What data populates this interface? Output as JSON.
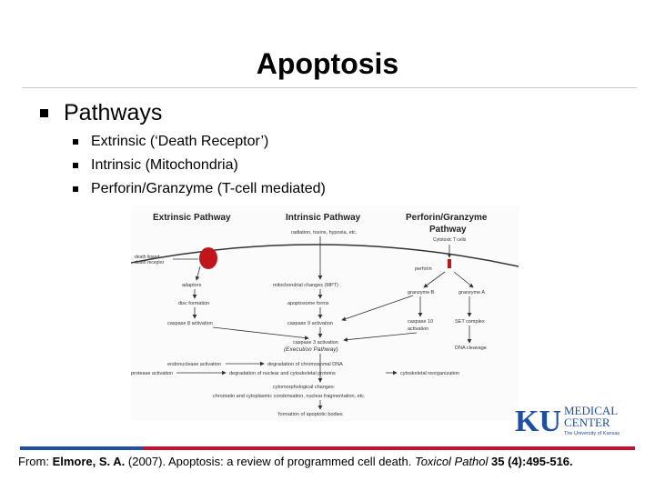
{
  "slide": {
    "title": "Apoptosis",
    "bullet": "Pathways",
    "subbullets": [
      "Extrinsic (‘Death Receptor’)",
      "Intrinsic (Mitochondria)",
      "Perforin/Granzyme (T-cell mediated)"
    ]
  },
  "diagram": {
    "headers": {
      "extrinsic": "Extrinsic Pathway",
      "intrinsic": "Intrinsic Pathway",
      "perforin_line1": "Perforin/Granzyme",
      "perforin_line2": "Pathway"
    },
    "labels": {
      "stimuli": "radiation, toxins, hypoxia, etc.",
      "cytotoxic": "Cytotoxic T cells",
      "death_ligand": "death ligand",
      "death_receptor": "death receptor",
      "perforin": "perforin",
      "adaptors": "adaptors",
      "mpt": "mitochondrial changes (MPT)",
      "granzyme_b": "granzyme B",
      "granzyme_a": "granzyme A",
      "disc": "disc formation",
      "apoptosome": "apoptosome forms",
      "set_complex": "SET complex",
      "caspase8": "caspase 8 activation",
      "caspase9": "caspase 9 activation",
      "caspase10_line1": "caspase 10",
      "caspase10_line2": "activation",
      "caspase3": "caspase 3 activation",
      "execution": "(Execution Pathway)",
      "dna_cleavage": "DNA cleavage",
      "endonuclease": "endonuclease activation",
      "degradation_dna": "degradation of chromosomal DNA",
      "protease": "protease activation",
      "degradation_nuclear": "degradation of nuclear and cytoskeletal proteins",
      "cytoskeletal": "cytoskeletal reorganization",
      "morph_line1": "cytomorphological changes:",
      "morph_line2": "chromatin and cytoplasmic condensation, nuclear fragmentation, etc.",
      "bodies": "formation of apoptotic bodies"
    }
  },
  "logo": {
    "letters": "KU",
    "line1": "MEDICAL",
    "line2": "CENTER",
    "line3": "The University of Kansas"
  },
  "citation": {
    "prefix": "From: ",
    "author": "Elmore, S. A.",
    "middle": " (2007). Apoptosis: a review of programmed cell death. ",
    "journal": "Toxicol Pathol",
    "volume": " 35 (4):495-516."
  },
  "colors": {
    "footer_blue": "#1f4fa0",
    "footer_red": "#c8102e",
    "receptor_red": "#c0151b",
    "ku_blue": "#1f4fa0"
  }
}
